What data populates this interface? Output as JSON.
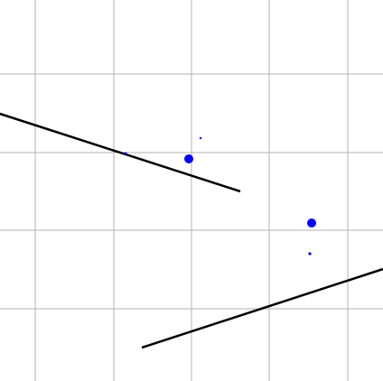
{
  "canvas": {
    "background": "#ffffff",
    "grid_color": "#b3b3b3",
    "line_color": "#000000",
    "point_color": "#0000ff"
  },
  "segments": [
    {
      "name": "upper-line-segment"
    },
    {
      "name": "lower-line-segment"
    }
  ],
  "points": [
    {
      "name": "large-point-upper"
    },
    {
      "name": "large-point-lower"
    },
    {
      "name": "small-point-a"
    },
    {
      "name": "small-point-b"
    },
    {
      "name": "small-point-c"
    }
  ]
}
